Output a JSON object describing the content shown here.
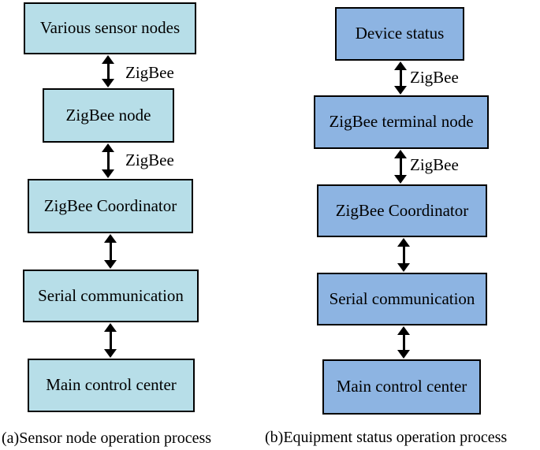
{
  "diagram": {
    "background_color": "#ffffff",
    "border_color": "#000000",
    "text_color": "#000000",
    "columns": [
      {
        "caption": "(a)Sensor node operation process",
        "box_fill": "#b7dee8",
        "boxes": [
          {
            "label": "Various sensor nodes"
          },
          {
            "label": "ZigBee node"
          },
          {
            "label": "ZigBee Coordinator"
          },
          {
            "label": "Serial communication"
          },
          {
            "label": "Main control center"
          }
        ],
        "arrows": [
          {
            "direction": "bidirectional",
            "label": "ZigBee"
          },
          {
            "direction": "bidirectional",
            "label": "ZigBee"
          },
          {
            "direction": "bidirectional",
            "label": ""
          },
          {
            "direction": "bidirectional",
            "label": ""
          }
        ]
      },
      {
        "caption": "(b)Equipment status operation process",
        "box_fill": "#8db4e2",
        "boxes": [
          {
            "label": "Device status"
          },
          {
            "label": "ZigBee terminal node"
          },
          {
            "label": "ZigBee Coordinator"
          },
          {
            "label": "Serial communication"
          },
          {
            "label": "Main control center"
          }
        ],
        "arrows": [
          {
            "direction": "bidirectional",
            "label": "ZigBee"
          },
          {
            "direction": "bidirectional",
            "label": "ZigBee"
          },
          {
            "direction": "bidirectional",
            "label": ""
          },
          {
            "direction": "bidirectional",
            "label": ""
          }
        ]
      }
    ]
  }
}
